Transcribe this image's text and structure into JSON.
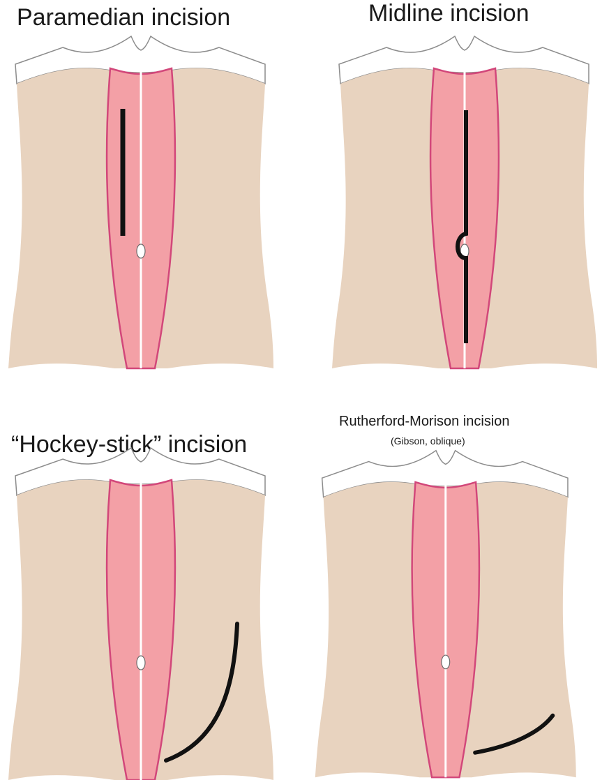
{
  "colors": {
    "skin": "#e8d3bf",
    "rectus_fill": "#f3a0a6",
    "rectus_outline": "#d2477a",
    "linea_alba": "#ffffff",
    "incision": "#111111",
    "rib_margin": "#ffffff",
    "outline": "#8c8c8c"
  },
  "panels": [
    {
      "title": "Paramedian incision",
      "incision": "paramedian"
    },
    {
      "title": "Midline incision",
      "incision": "midline-periumbilical"
    },
    {
      "title": "“Hockey-stick” incision",
      "incision": "hockey-stick"
    },
    {
      "title": "Rutherford-Morison incision",
      "subtitle": "(Gibson, oblique)",
      "incision": "oblique-right-iliac"
    }
  ]
}
